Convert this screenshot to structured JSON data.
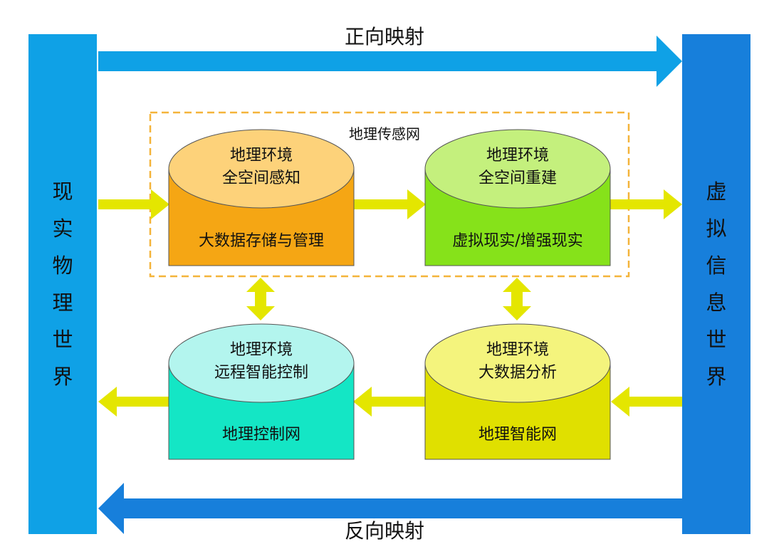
{
  "left_world": [
    "现",
    "实",
    "物",
    "理",
    "世",
    "界"
  ],
  "right_world": [
    "虚",
    "拟",
    "信",
    "息",
    "世",
    "界"
  ],
  "forward_mapping": "正向映射",
  "reverse_mapping": "反向映射",
  "sensor_network_label": "地理传感网",
  "nodes": {
    "perception": {
      "title_1": "地理环境",
      "title_2": "全空间感知",
      "subtitle": "大数据存储与管理"
    },
    "reconstruction": {
      "title_1": "地理环境",
      "title_2": "全空间重建",
      "subtitle": "虚拟现实/增强现实"
    },
    "control": {
      "title_1": "地理环境",
      "title_2": "远程智能控制",
      "subtitle": "地理控制网"
    },
    "analysis": {
      "title_1": "地理环境",
      "title_2": "大数据分析",
      "subtitle": "地理智能网"
    }
  },
  "colors": {
    "left_pillar": "#0fa1e6",
    "right_pillar": "#177fdb",
    "forward_arrow": "#0fa1e6",
    "reverse_arrow": "#177fdb",
    "flow_arrow": "#e4e600",
    "dashed_border": "#f4b43a",
    "perception_top": "#fdd27a",
    "perception_body": "#f5a614",
    "reconstruction_top": "#c4f07d",
    "reconstruction_body": "#86e21a",
    "control_top": "#b3f5ee",
    "control_body": "#14e6c5",
    "analysis_top": "#f4f47d",
    "analysis_body": "#e0e000"
  }
}
